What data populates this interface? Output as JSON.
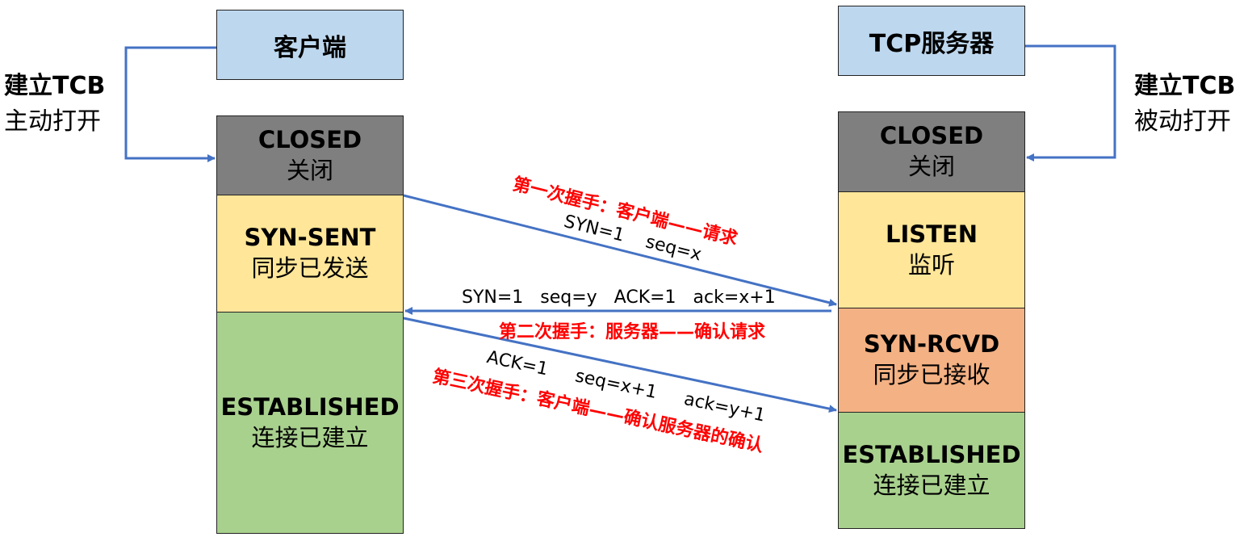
{
  "client": {
    "title": "客户端",
    "side_label_line1": "建立TCB",
    "side_label_line2": "主动打开",
    "states": [
      {
        "name": "CLOSED",
        "desc": "关闭",
        "color": "#7f7f7f"
      },
      {
        "name": "SYN-SENT",
        "desc": "同步已发送",
        "color": "#ffe699"
      },
      {
        "name": "ESTABLISHED",
        "desc": "连接已建立",
        "color": "#a9d18e"
      }
    ]
  },
  "server": {
    "title": "TCP服务器",
    "side_label_line1": "建立TCB",
    "side_label_line2": "被动打开",
    "states": [
      {
        "name": "CLOSED",
        "desc": "关闭",
        "color": "#7f7f7f"
      },
      {
        "name": "LISTEN",
        "desc": "监听",
        "color": "#ffe699"
      },
      {
        "name": "SYN-RCVD",
        "desc": "同步已接收",
        "color": "#f4b183"
      },
      {
        "name": "ESTABLISHED",
        "desc": "连接已建立",
        "color": "#a9d18e"
      }
    ]
  },
  "handshakes": [
    {
      "title": "第一次握手：客户端——请求",
      "fields": "SYN=1    seq=x",
      "direction": "client-to-server"
    },
    {
      "title": "第二次握手：服务器——确认请求",
      "fields": "SYN=1   seq=y   ACK=1   ack=x+1",
      "direction": "server-to-client"
    },
    {
      "title": "第三次握手：客户端——确认服务器的确认",
      "fields": "ACK=1     seq=x+1     ack=y+1",
      "direction": "client-to-server"
    }
  ],
  "colors": {
    "arrow": "#4472c4",
    "handshake_text": "#ff0000",
    "header_fill": "#bdd7ee"
  }
}
